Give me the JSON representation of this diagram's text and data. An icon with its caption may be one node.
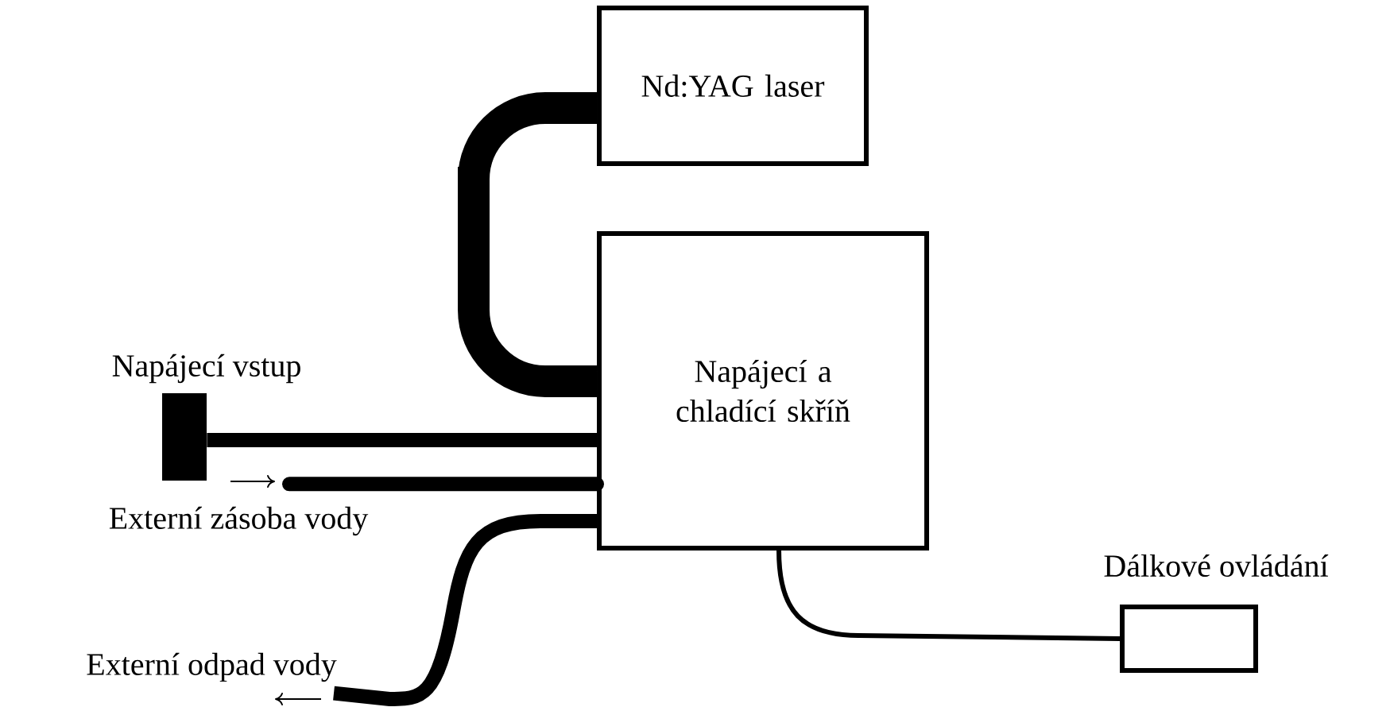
{
  "diagram": {
    "nodes": [
      {
        "text": [
          "Nd:YAG laser"
        ]
      },
      {
        "text": [
          "Napájecí a chladící skříň"
        ]
      },
      {
        "text": [
          "Napájecí vstup"
        ]
      },
      {
        "text": [
          "Externí zásoba vody"
        ]
      },
      {
        "text": [
          "Externí odpad vody"
        ]
      },
      {
        "text": [
          "Dálkové ovládání"
        ]
      }
    ],
    "edges": [
      {
        "from": 0,
        "to": 1,
        "arrow": "none",
        "style": "thick"
      },
      {
        "from": 2,
        "to": 1,
        "arrow": "none"
      },
      {
        "from": 3,
        "to": 1,
        "arrow": "none"
      },
      {
        "from": 1,
        "to": 4,
        "arrow": "none"
      },
      {
        "from": 1,
        "to": 5,
        "arrow": "none"
      }
    ]
  }
}
